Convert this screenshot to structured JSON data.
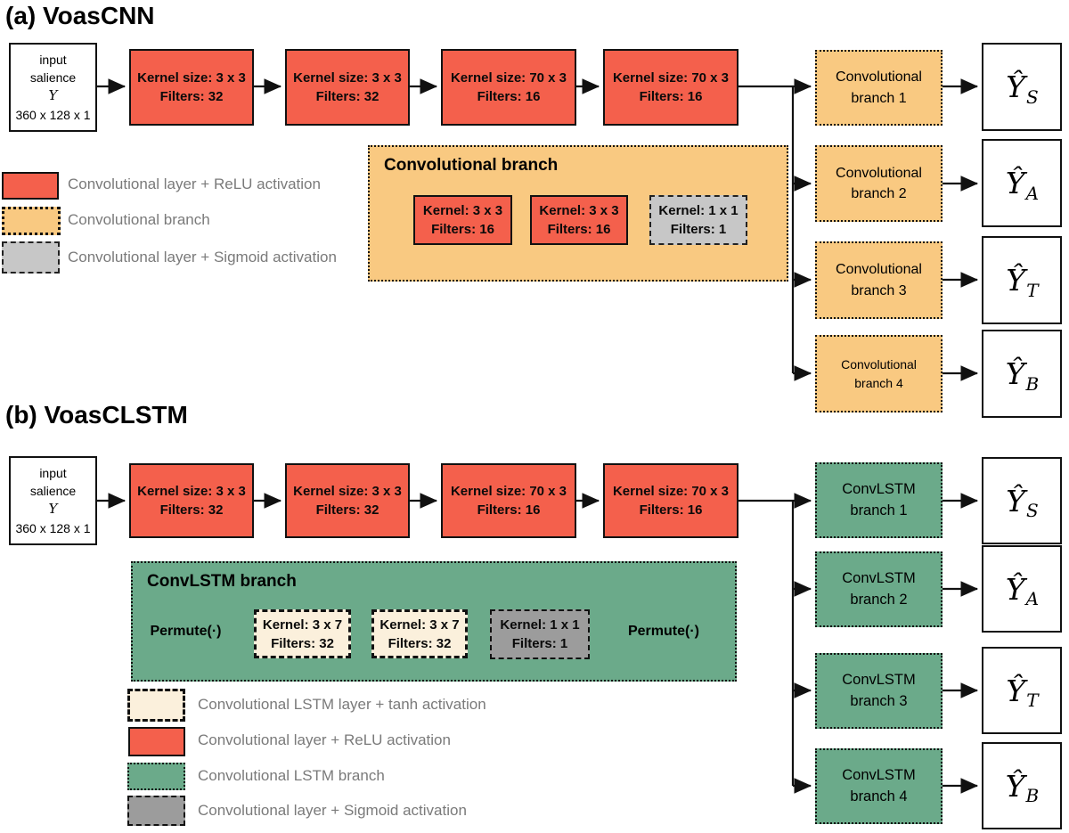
{
  "colors": {
    "relu_red": "#f4604c",
    "branch_orange": "#f9c981",
    "lstm_green": "#6baa8a",
    "tanh_cream": "#fbf0dc",
    "sigmoid_gray_light": "#c7c7c7",
    "sigmoid_gray_dark": "#9c9c9c",
    "line_black": "#111111",
    "legend_text_gray": "#7a7a7a"
  },
  "a": {
    "title": "(a) VoasCNN",
    "input": {
      "line1": "input",
      "line2": "salience",
      "symbol": "Y",
      "shape": "360 x 128 x 1"
    },
    "conv_layers": [
      {
        "line1": "Kernel size: 3 x 3",
        "line2": "Filters: 32"
      },
      {
        "line1": "Kernel size: 3 x 3",
        "line2": "Filters: 32"
      },
      {
        "line1": "Kernel size: 70 x 3",
        "line2": "Filters: 16"
      },
      {
        "line1": "Kernel size: 70 x 3",
        "line2": "Filters: 16"
      }
    ],
    "branches": [
      {
        "label": "Convolutional branch 1"
      },
      {
        "label": "Convolutional branch 2"
      },
      {
        "label": "Convolutional branch 3"
      },
      {
        "label": "Convolutional branch 4"
      }
    ],
    "outputs": [
      {
        "base": "Ŷ",
        "sub": "S"
      },
      {
        "base": "Ŷ",
        "sub": "A"
      },
      {
        "base": "Ŷ",
        "sub": "T"
      },
      {
        "base": "Ŷ",
        "sub": "B"
      }
    ],
    "inset": {
      "title": "Convolutional branch",
      "boxes": [
        {
          "line1": "Kernel: 3 x 3",
          "line2": "Filters: 16"
        },
        {
          "line1": "Kernel: 3 x 3",
          "line2": "Filters: 16"
        },
        {
          "line1": "Kernel: 1 x 1",
          "line2": "Filters: 1"
        }
      ]
    },
    "legend": [
      {
        "label": "Convolutional layer + ReLU activation"
      },
      {
        "label": "Convolutional branch"
      },
      {
        "label": "Convolutional layer + Sigmoid activation"
      }
    ]
  },
  "b": {
    "title": "(b) VoasCLSTM",
    "input": {
      "line1": "input",
      "line2": "salience",
      "symbol": "Y",
      "shape": "360 x 128 x 1"
    },
    "conv_layers": [
      {
        "line1": "Kernel size: 3 x 3",
        "line2": "Filters: 32"
      },
      {
        "line1": "Kernel size: 3 x 3",
        "line2": "Filters: 32"
      },
      {
        "line1": "Kernel size: 70 x 3",
        "line2": "Filters: 16"
      },
      {
        "line1": "Kernel size: 70 x 3",
        "line2": "Filters: 16"
      }
    ],
    "branches": [
      {
        "label": "ConvLSTM branch 1"
      },
      {
        "label": "ConvLSTM branch 2"
      },
      {
        "label": "ConvLSTM branch 3"
      },
      {
        "label": "ConvLSTM branch 4"
      }
    ],
    "outputs": [
      {
        "base": "Ŷ",
        "sub": "S"
      },
      {
        "base": "Ŷ",
        "sub": "A"
      },
      {
        "base": "Ŷ",
        "sub": "T"
      },
      {
        "base": "Ŷ",
        "sub": "B"
      }
    ],
    "inset": {
      "title": "ConvLSTM branch",
      "permute_in": "Permute(·)",
      "permute_out": "Permute(·)",
      "boxes": [
        {
          "line1": "Kernel: 3 x 7",
          "line2": "Filters: 32"
        },
        {
          "line1": "Kernel: 3 x 7",
          "line2": "Filters: 32"
        },
        {
          "line1": "Kernel: 1 x 1",
          "line2": "Filters: 1"
        }
      ]
    },
    "legend": [
      {
        "label": "Convolutional LSTM layer + tanh activation"
      },
      {
        "label": "Convolutional layer + ReLU activation"
      },
      {
        "label": "Convolutional LSTM branch"
      },
      {
        "label": "Convolutional layer + Sigmoid activation"
      }
    ]
  }
}
